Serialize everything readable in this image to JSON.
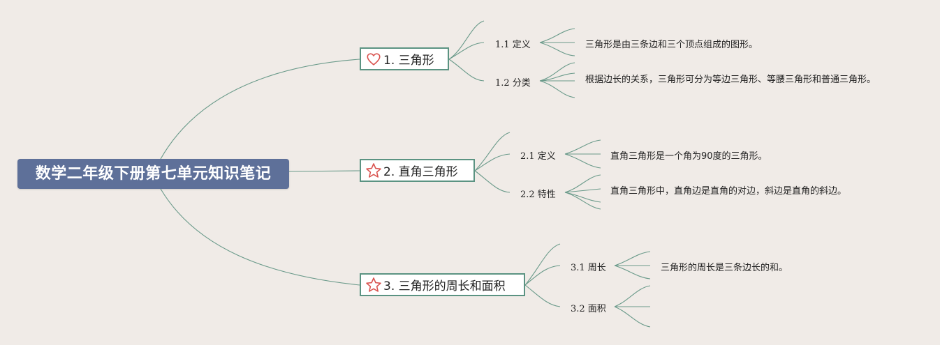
{
  "colors": {
    "background": "#f0ebe7",
    "root_fill": "#5e7099",
    "branch_border": "#5b9382",
    "line": "#6a9a8a",
    "icon": "#d9534f"
  },
  "root": {
    "title": "数学二年级下册第七单元知识笔记"
  },
  "branches": [
    {
      "icon": "heart-icon",
      "label": "1. 三角形",
      "subs": [
        {
          "label": "1.1 定义",
          "note": "三角形是由三条边和三个顶点组成的图形。"
        },
        {
          "label": "1.2 分类",
          "note": "根据边长的关系，三角形可分为等边三角形、等腰三角形和普通三角形。"
        }
      ]
    },
    {
      "icon": "star-icon",
      "label": "2. 直角三角形",
      "subs": [
        {
          "label": "2.1 定义",
          "note": "直角三角形是一个角为90度的三角形。"
        },
        {
          "label": "2.2 特性",
          "note": "直角三角形中，直角边是直角的对边，斜边是直角的斜边。"
        }
      ]
    },
    {
      "icon": "star-icon",
      "label": "3. 三角形的周长和面积",
      "subs": [
        {
          "label": "3.1 周长",
          "note": "三角形的周长是三条边长的和。"
        },
        {
          "label": "3.2 面积",
          "note": ""
        }
      ]
    }
  ]
}
